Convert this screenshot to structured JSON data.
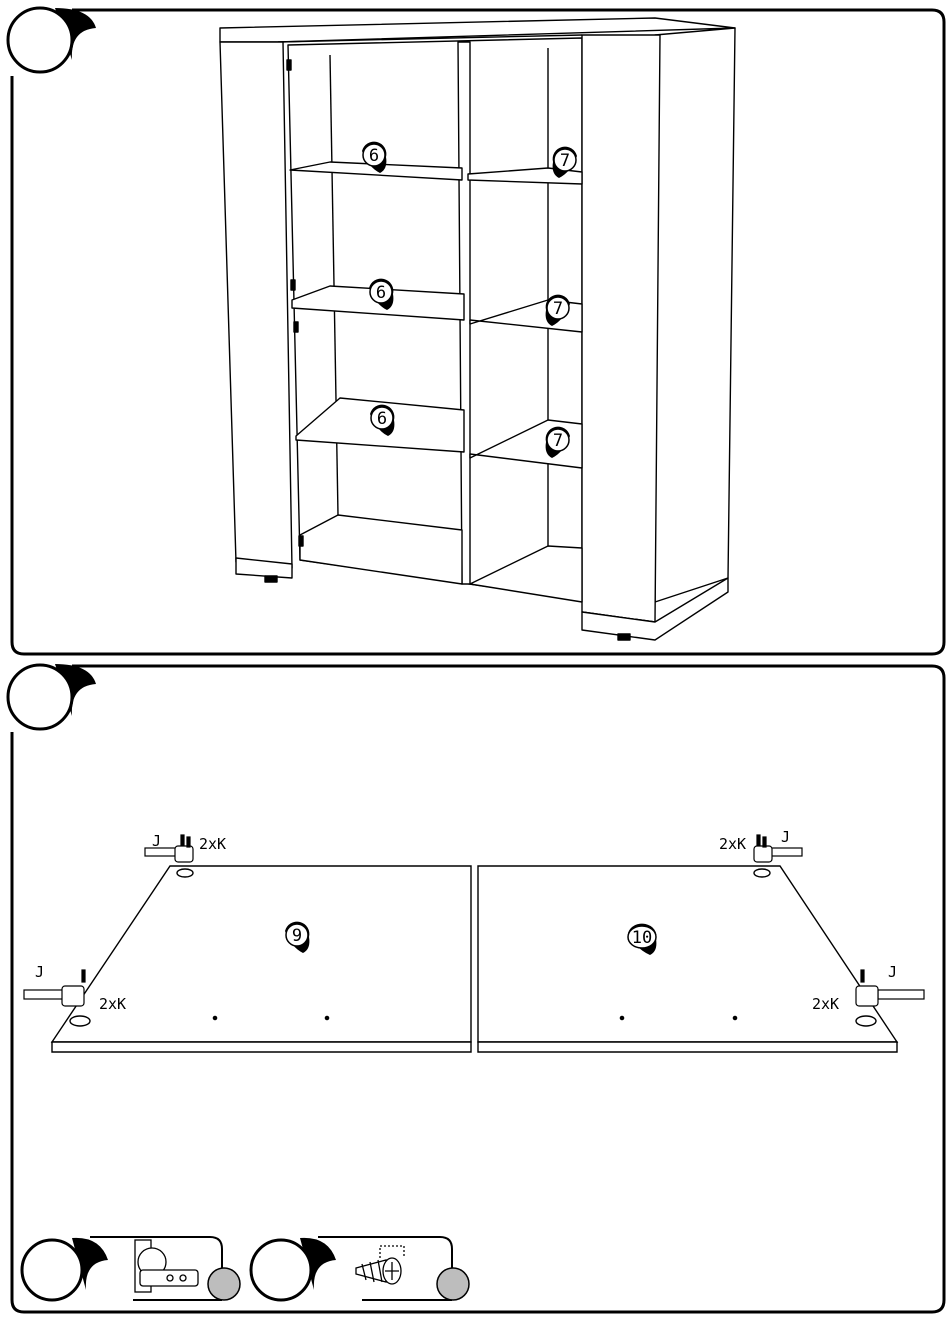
{
  "step1": {
    "part_labels": [
      "6",
      "6",
      "6",
      "7",
      "7",
      "7"
    ]
  },
  "step2": {
    "panel_labels": [
      "9",
      "10"
    ],
    "hinge_label": "J",
    "screw_label": "2xK"
  }
}
